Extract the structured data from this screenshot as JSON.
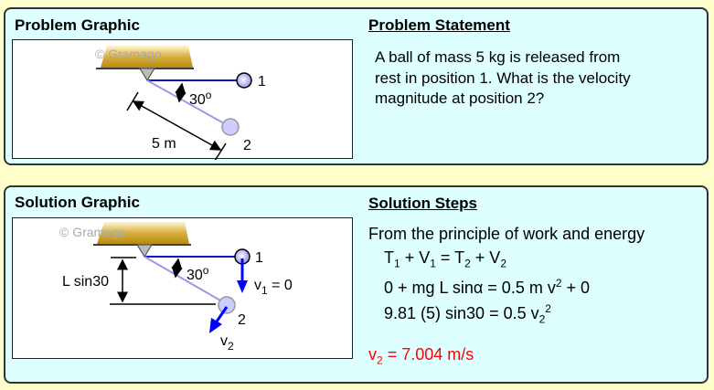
{
  "problem": {
    "graphic_title": "Problem Graphic",
    "watermark": "© Gramago",
    "angle_label": "30",
    "angle_unit": "o",
    "length_label": "5 m",
    "pos1": "1",
    "pos2": "2",
    "statement_title": "Problem Statement",
    "statement_lines": [
      "A ball of mass 5 kg is released from",
      "rest in position 1. What is the velocity",
      "magnitude at position 2?"
    ]
  },
  "solution": {
    "graphic_title": "Solution Graphic",
    "watermark": "© Gramago",
    "angle_label": "30",
    "angle_unit": "o",
    "height_label": "L sin30",
    "v1_label": "v",
    "v1_sub": "1",
    "v1_value": " = 0",
    "v2_label": "v",
    "v2_sub": "2",
    "pos1": "1",
    "pos2": "2",
    "steps_title": "Solution Steps",
    "intro": "From the principle of work and energy",
    "eq1": {
      "a": "T",
      "a_sub": "1",
      "b": " + V",
      "b_sub": "1",
      "c": " = T",
      "c_sub": "2",
      "d": " + V",
      "d_sub": "2"
    },
    "eq2": {
      "a": "0 + mg L sin",
      "alpha": "α",
      "b": " = 0.5 m v",
      "sup": "2",
      "c": " + 0"
    },
    "eq3": {
      "a": "9.81 (5) sin30 = 0.5 v",
      "sub": "2",
      "sup": "2"
    },
    "answer": {
      "a": "v",
      "sub": "2",
      "b": " = 7.004 m/s"
    },
    "answer_color": "#FF0000"
  }
}
